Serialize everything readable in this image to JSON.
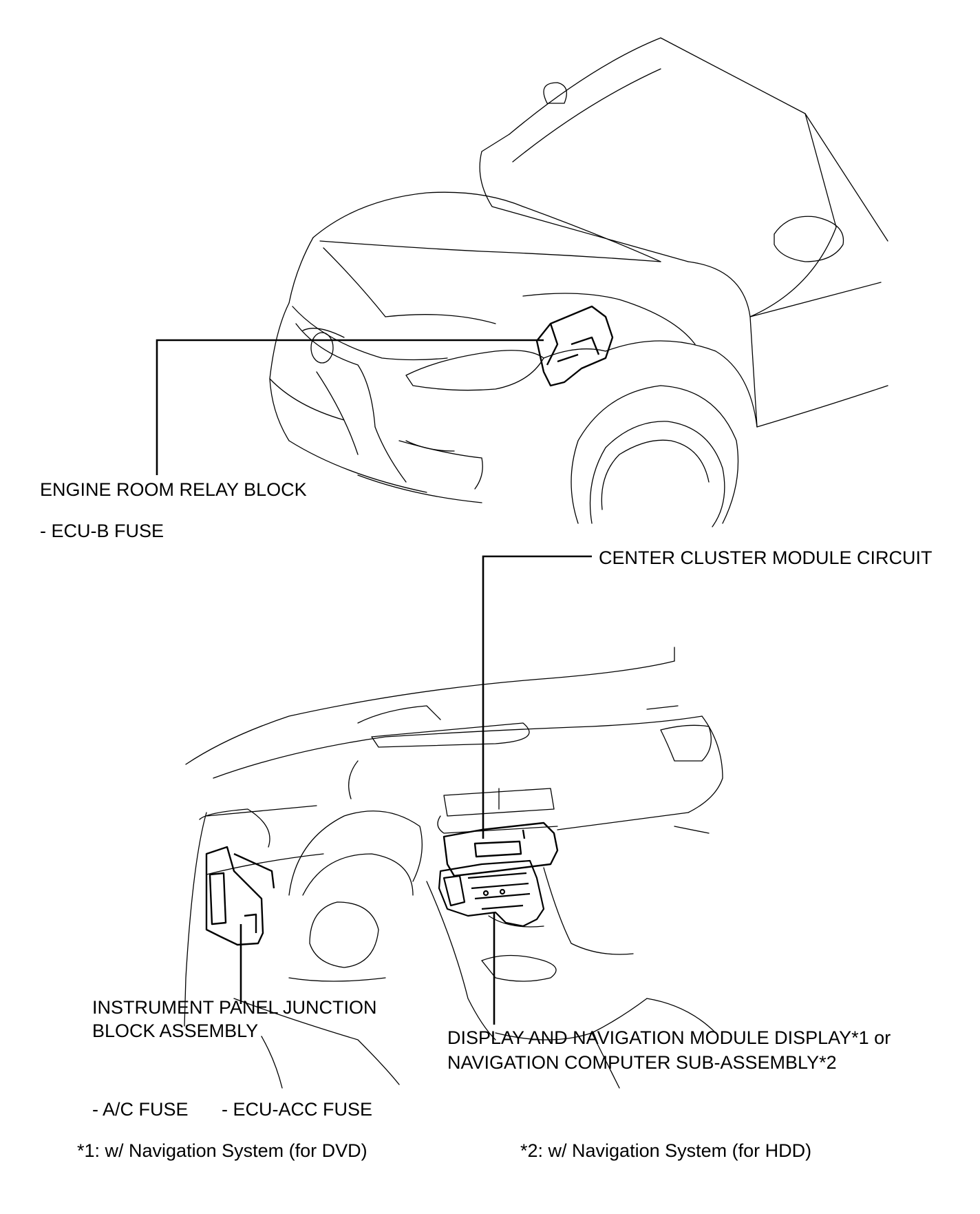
{
  "labels": {
    "engine_room_relay_block": "ENGINE ROOM RELAY BLOCK",
    "ecu_b_fuse": "- ECU-B FUSE",
    "center_cluster_module_circuit": "CENTER CLUSTER MODULE CIRCUIT",
    "instrument_panel_line1": "INSTRUMENT PANEL JUNCTION",
    "instrument_panel_line2": "BLOCK ASSEMBLY",
    "display_nav_line1": "DISPLAY AND NAVIGATION MODULE DISPLAY*1 or",
    "display_nav_line2": "NAVIGATION COMPUTER SUB-ASSEMBLY*2",
    "ac_fuse": "- A/C FUSE",
    "ecu_acc_fuse": "- ECU-ACC FUSE"
  },
  "footnotes": {
    "note1": "*1: w/ Navigation System (for DVD)",
    "note2": "*2: w/ Navigation System (for HDD)"
  },
  "colors": {
    "line": "#000000",
    "background": "#ffffff"
  }
}
